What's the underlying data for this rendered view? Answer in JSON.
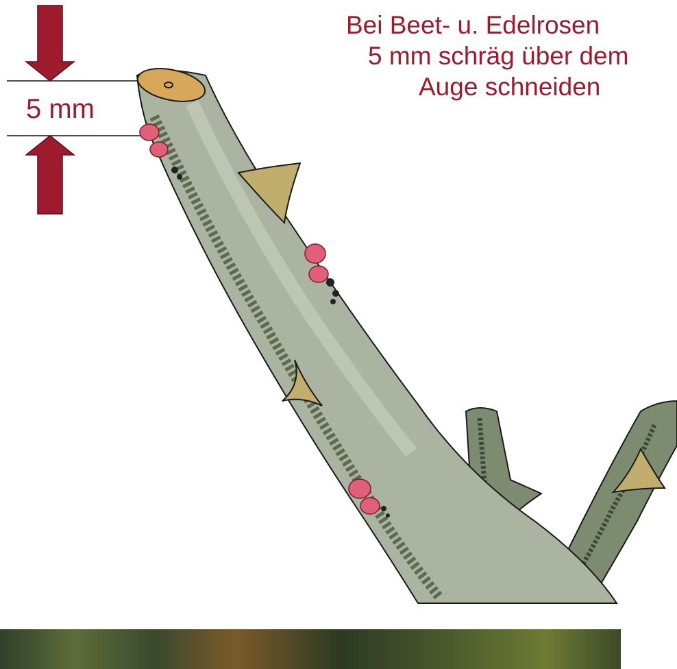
{
  "caption": {
    "line1": "Bei Beet- u. Edelrosen",
    "line2": "5 mm schräg über dem",
    "line3": "Auge schneiden"
  },
  "measurement": {
    "label": "5 mm"
  },
  "colors": {
    "arrow": "#9e1b2e",
    "text": "#9e1b2e",
    "stem": "#8a9a7e",
    "stem_bark": "#4f5e46",
    "cut_face": "#d8a85a",
    "thorn": "#c2ae6c",
    "bud": "#e0607a"
  },
  "icons": [
    "down-arrow-icon",
    "up-arrow-icon"
  ]
}
